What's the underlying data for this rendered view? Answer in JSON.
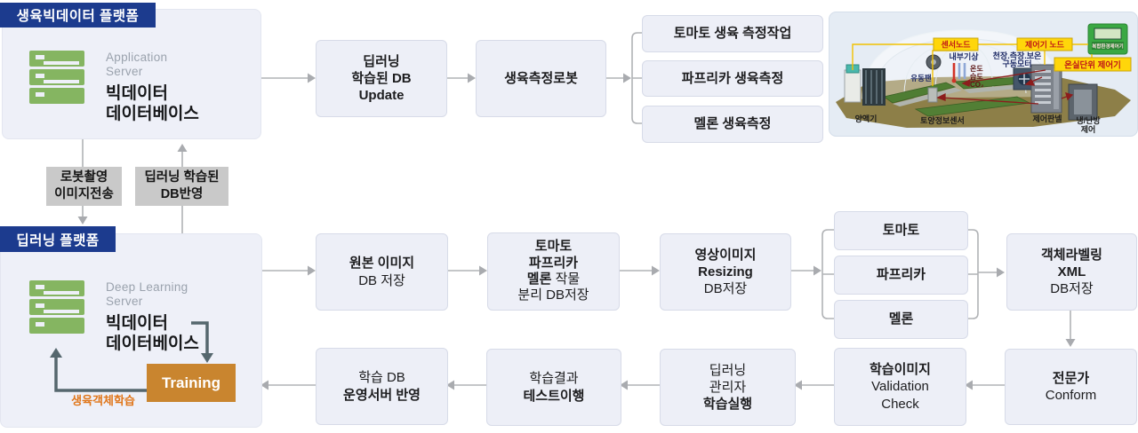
{
  "colors": {
    "navy": "#1c3b8e",
    "boxFill": "#edeff7",
    "boxBorder": "#d7dbe8",
    "platformFill": "#eef0f8",
    "grayTag": "#c9c9c9",
    "green": "#85b561",
    "orange": "#c9852f",
    "orangeText": "#e0761a",
    "arrow": "#b1b3b6",
    "darkArrow": "#55676e"
  },
  "bigdata_platform": {
    "title": "생육빅데이터 플랫폼",
    "server_role": [
      "Application",
      "Server"
    ],
    "db_name": [
      "빅데이터",
      "데이터베이스"
    ]
  },
  "deep_platform": {
    "title": "딥러닝 플랫폼",
    "server_role": [
      "Deep Learning",
      "Server"
    ],
    "db_name": [
      "빅데이터",
      "데이터베이스"
    ],
    "training": "Training",
    "loop_label": "생육객체학습"
  },
  "tags": {
    "robot_upload": [
      "로봇촬영",
      "이미지전송"
    ],
    "db_feedback": [
      "딥러닝 학습된",
      "DB반영"
    ]
  },
  "top_flow": {
    "db_update": [
      "딥러닝",
      "학습된 DB",
      "Update"
    ],
    "robot": "생육측정로봇",
    "tasks": [
      "토마토 생육 측정작업",
      "파프리카 생육측정",
      "멜론 생육측정"
    ]
  },
  "mid_flow": {
    "origin": {
      "line1": "원본 이미지",
      "line2": "DB 저장"
    },
    "split": {
      "line1": "토마토",
      "line2": "파프리카",
      "line3_bold": "멜론",
      "line3_rest": " 작물",
      "line4": "분리 DB저장"
    },
    "resize": {
      "line1": "영상이미지",
      "line2": "Resizing",
      "line3": "DB저장"
    },
    "crops": [
      "토마토",
      "파프리카",
      "멜론"
    ],
    "labeling": {
      "line1": "객체라벨링",
      "line2": "XML",
      "line3": "DB저장"
    }
  },
  "bottom_flow": {
    "deploy": {
      "line1": "학습 DB",
      "line2": "운영서버 반영"
    },
    "test": {
      "line1": "학습결과",
      "line2": "테스트이행"
    },
    "exec": {
      "line1": "딥러닝",
      "line2": "관리자",
      "line3": "학습실행"
    },
    "validation": {
      "line1": "학습이미지",
      "line2": "Validation",
      "line3": "Check"
    },
    "expert": {
      "line1": "전문가",
      "line2": "Conform"
    }
  },
  "greenhouse": {
    "sensor_node": "센서노드",
    "controller_node": "제어기 노드",
    "unit_controller": "온실단위 제어기",
    "device_label": "복합환경제어기",
    "inner_weather": "내부기상",
    "motor_line1": "천장.측장.보온",
    "motor_line2": "구동모터",
    "fan": "유동팬",
    "temp": "온도",
    "humidity": "습도",
    "co2": "CO₂",
    "nutrient": "양액기",
    "soil_sensor": "토양정보센서",
    "panel": "제어판넬",
    "hvac_line1": "냉/난방",
    "hvac_line2": "제어"
  }
}
